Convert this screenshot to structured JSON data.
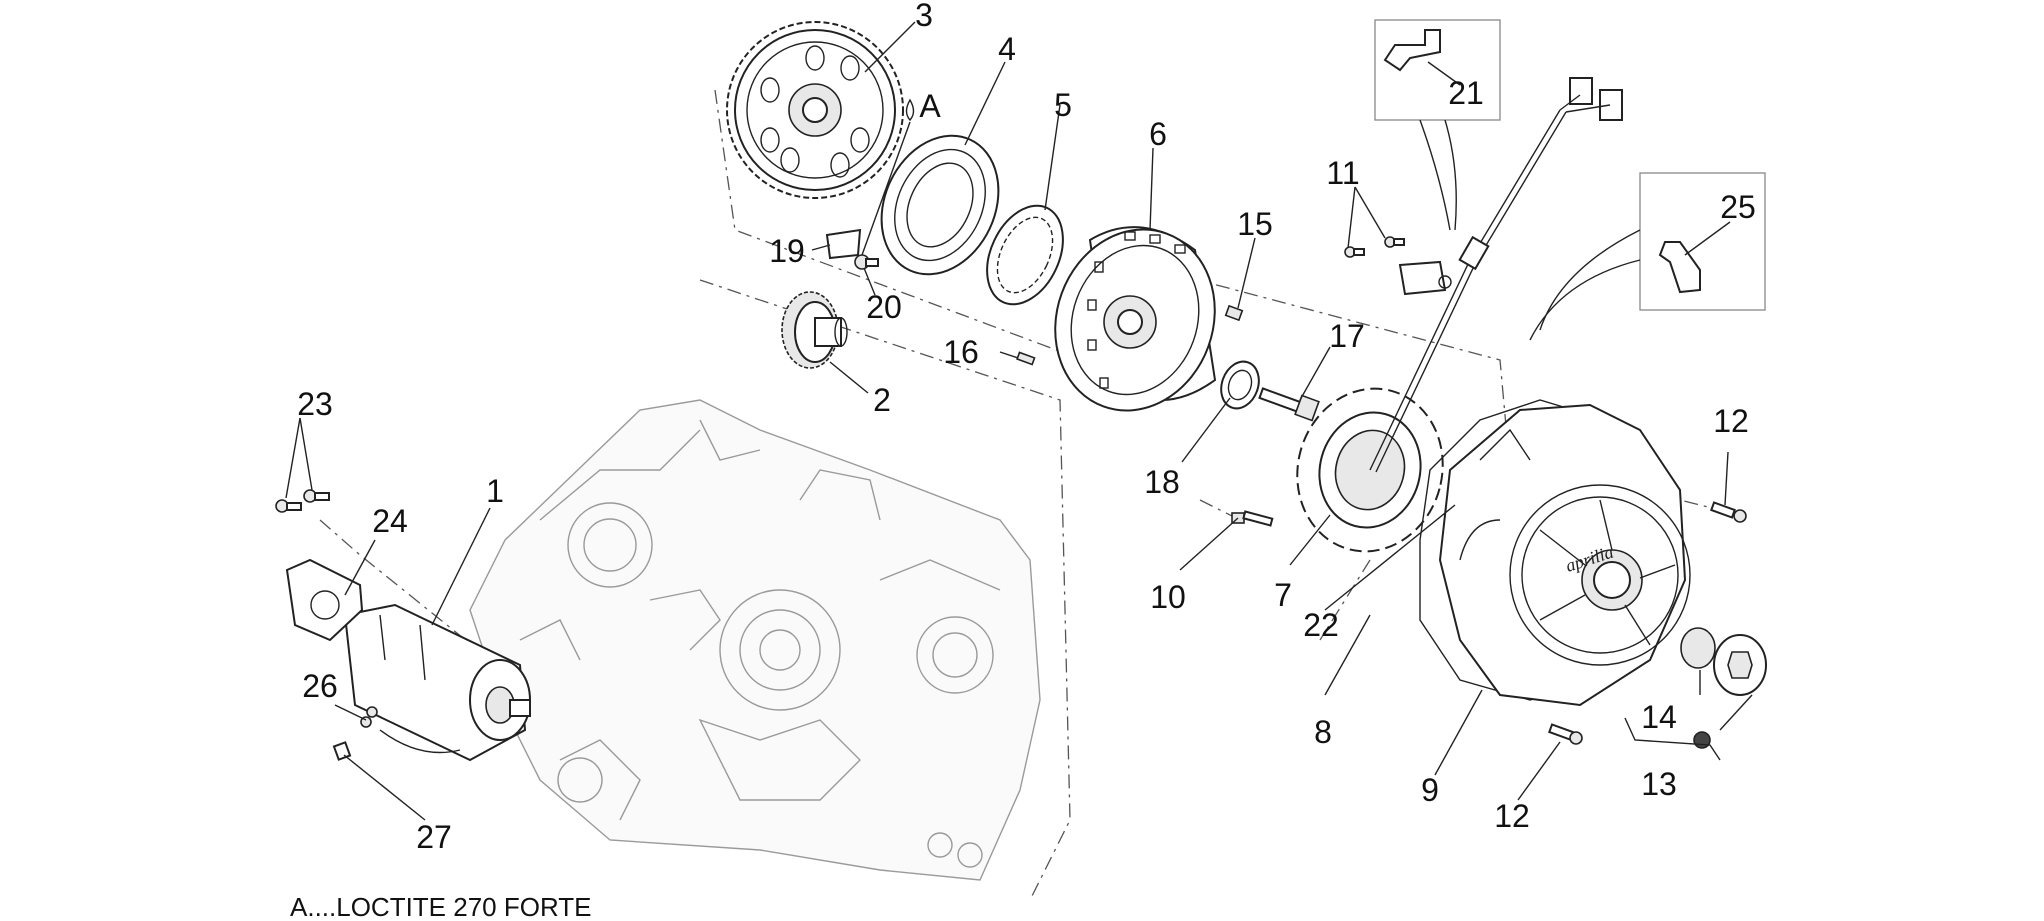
{
  "callouts": {
    "c1": "1",
    "c2": "2",
    "c3": "3",
    "c4": "4",
    "c5": "5",
    "c6": "6",
    "c7": "7",
    "c8": "8",
    "c9": "9",
    "c10": "10",
    "c11": "11",
    "c12a": "12",
    "c12b": "12",
    "c13": "13",
    "c14": "14",
    "c15": "15",
    "c16": "16",
    "c17": "17",
    "c18": "18",
    "c19": "19",
    "c20": "20",
    "c21": "21",
    "c22": "22",
    "c23": "23",
    "c24": "24",
    "c25": "25",
    "c26": "26",
    "c27": "27",
    "cA": "A"
  },
  "cover_logo": "aprilia",
  "footnote": "A....LOCTITE 270 FORTE"
}
